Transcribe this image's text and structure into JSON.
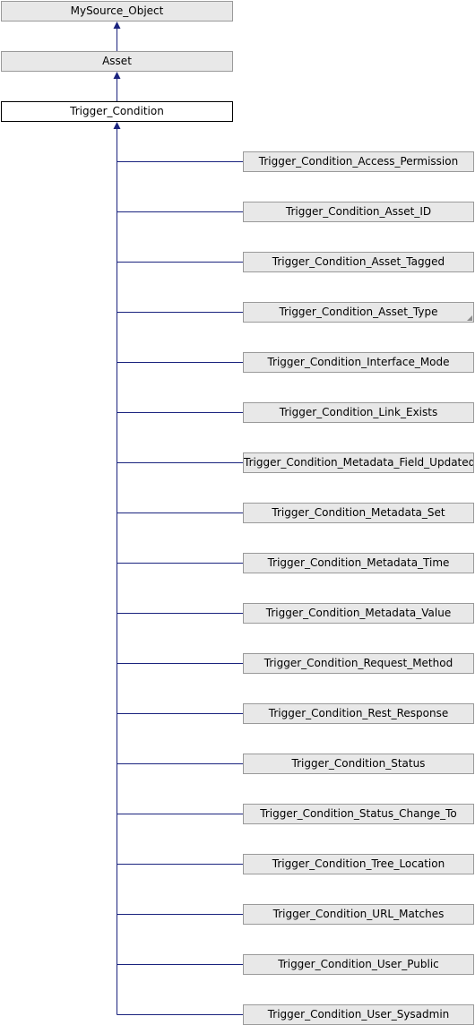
{
  "ancestors": [
    {
      "id": "mysource-object",
      "label": "MySource_Object"
    },
    {
      "id": "asset",
      "label": "Asset"
    }
  ],
  "current": {
    "id": "trigger-condition",
    "label": "Trigger_Condition"
  },
  "children": [
    {
      "id": "access-permission",
      "label": "Trigger_Condition_Access_Permission"
    },
    {
      "id": "asset-id",
      "label": "Trigger_Condition_Asset_ID"
    },
    {
      "id": "asset-tagged",
      "label": "Trigger_Condition_Asset_Tagged"
    },
    {
      "id": "asset-type",
      "label": "Trigger_Condition_Asset_Type",
      "has_children": true
    },
    {
      "id": "interface-mode",
      "label": "Trigger_Condition_Interface_Mode"
    },
    {
      "id": "link-exists",
      "label": "Trigger_Condition_Link_Exists"
    },
    {
      "id": "metadata-field-updated",
      "label": "Trigger_Condition_Metadata_Field_Updated"
    },
    {
      "id": "metadata-set",
      "label": "Trigger_Condition_Metadata_Set"
    },
    {
      "id": "metadata-time",
      "label": "Trigger_Condition_Metadata_Time"
    },
    {
      "id": "metadata-value",
      "label": "Trigger_Condition_Metadata_Value"
    },
    {
      "id": "request-method",
      "label": "Trigger_Condition_Request_Method"
    },
    {
      "id": "rest-response",
      "label": "Trigger_Condition_Rest_Response"
    },
    {
      "id": "status",
      "label": "Trigger_Condition_Status"
    },
    {
      "id": "status-change-to",
      "label": "Trigger_Condition_Status_Change_To"
    },
    {
      "id": "tree-location",
      "label": "Trigger_Condition_Tree_Location"
    },
    {
      "id": "url-matches",
      "label": "Trigger_Condition_URL_Matches"
    },
    {
      "id": "user-public",
      "label": "Trigger_Condition_User_Public"
    },
    {
      "id": "user-sysadmin",
      "label": "Trigger_Condition_User_Sysadmin"
    }
  ],
  "colors": {
    "edge": "#1a237e",
    "node_fill": "#e8e8e8",
    "node_border": "#9a9a9a",
    "current_fill": "#ffffff",
    "current_border": "#000000"
  }
}
